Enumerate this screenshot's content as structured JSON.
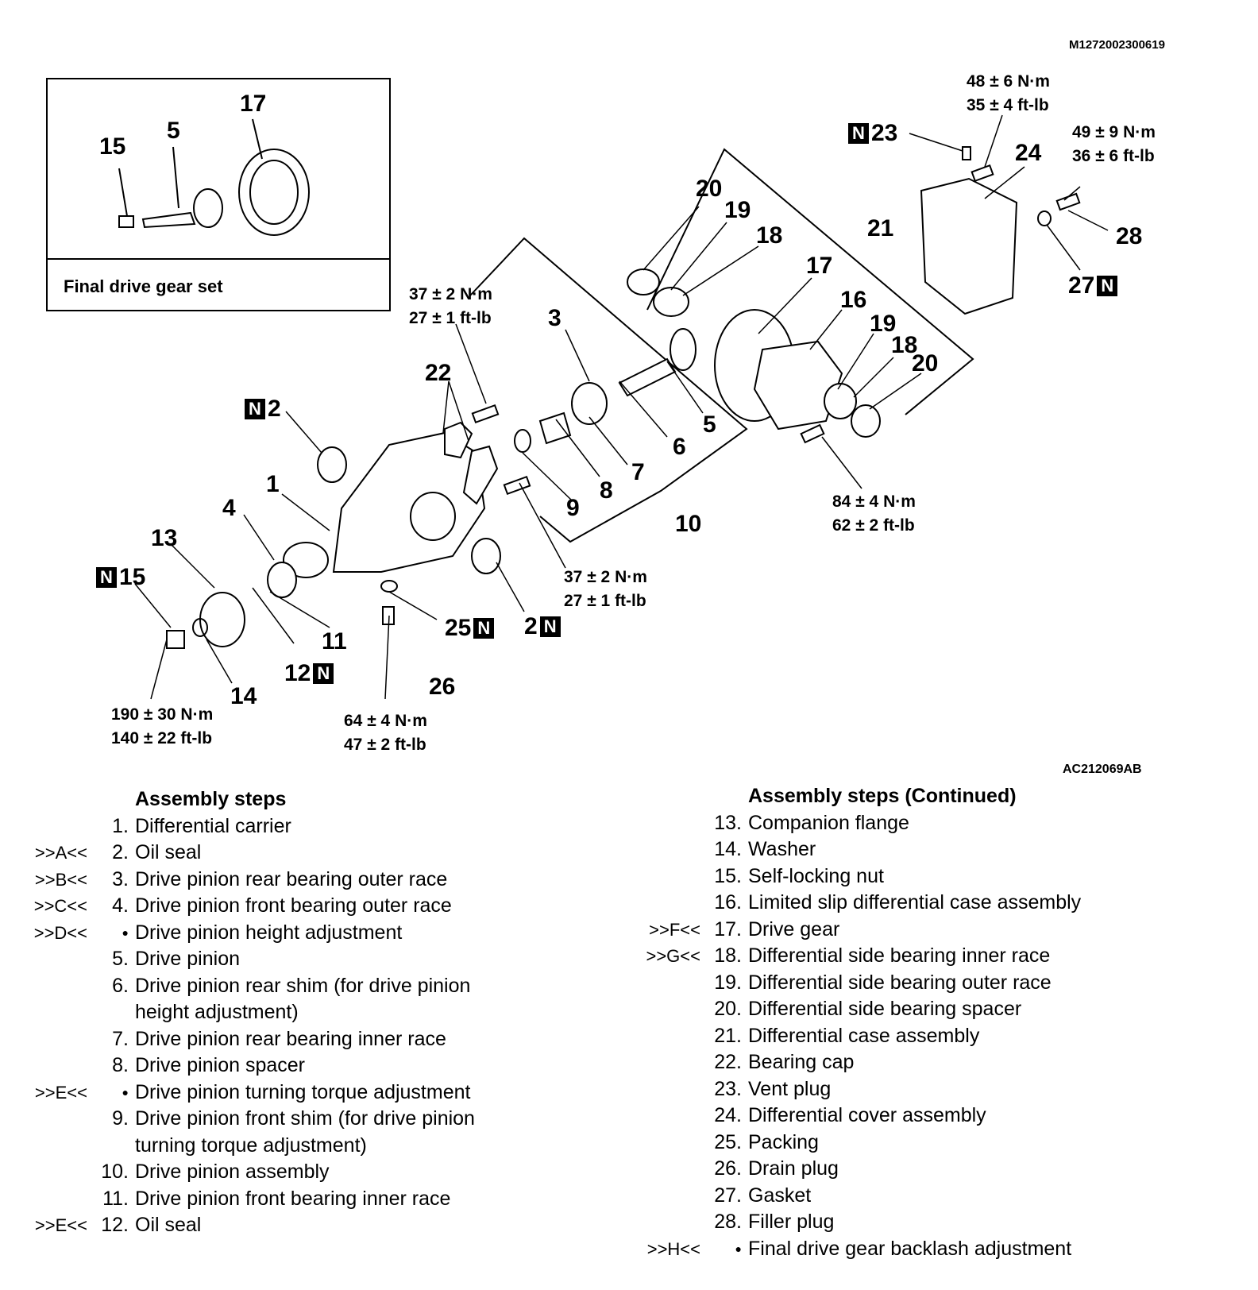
{
  "document_id": "M1272002300619",
  "figure_id": "AC212069AB",
  "inset": {
    "caption": "Final drive gear set",
    "callouts": [
      "15",
      "5",
      "17"
    ]
  },
  "callouts": {
    "c1": "1",
    "c2a": "2",
    "c2b": "2",
    "c3": "3",
    "c4": "4",
    "c5": "5",
    "c6": "6",
    "c7": "7",
    "c8": "8",
    "c9": "9",
    "c10": "10",
    "c11": "11",
    "c12": "12",
    "c13": "13",
    "c14": "14",
    "c15": "15",
    "c16": "16",
    "c17": "17",
    "c18a": "18",
    "c18b": "18",
    "c19a": "19",
    "c19b": "19",
    "c20a": "20",
    "c20b": "20",
    "c21": "21",
    "c22": "22",
    "c23": "23",
    "c24": "24",
    "c25": "25",
    "c26": "26",
    "c27": "27",
    "c28": "28",
    "n_mark": "N"
  },
  "torques": {
    "t_vent_nm": "48 ± 6 N·m",
    "t_vent_ft": "35 ± 4 ft-lb",
    "t_cover_nm": "49 ± 9 N·m",
    "t_cover_ft": "36 ± 6 ft-lb",
    "t_cap_top_nm": "37 ± 2 N·m",
    "t_cap_top_ft": "27 ± 1 ft-lb",
    "t_cap_bot_nm": "37 ± 2 N·m",
    "t_cap_bot_ft": "27 ± 1 ft-lb",
    "t_gear_nm": "84 ± 4 N·m",
    "t_gear_ft": "62 ± 2 ft-lb",
    "t_nut_nm": "190 ± 30 N·m",
    "t_nut_ft": "140 ± 22 ft-lb",
    "t_drain_nm": "64 ± 4 N·m",
    "t_drain_ft": "47 ± 2 ft-lb"
  },
  "steps_left": {
    "title": "Assembly steps",
    "items": [
      {
        "ref": "",
        "num": "1.",
        "text": "Differential carrier"
      },
      {
        "ref": ">>A<<",
        "num": "2.",
        "text": "Oil seal"
      },
      {
        "ref": ">>B<<",
        "num": "3.",
        "text": "Drive pinion rear bearing outer race"
      },
      {
        "ref": ">>C<<",
        "num": "4.",
        "text": "Drive pinion front bearing outer race"
      },
      {
        "ref": ">>D<<",
        "num": "●",
        "text": "Drive pinion height adjustment"
      },
      {
        "ref": "",
        "num": "5.",
        "text": "Drive pinion"
      },
      {
        "ref": "",
        "num": "6.",
        "text": "Drive pinion rear shim (for drive pinion height adjustment)"
      },
      {
        "ref": "",
        "num": "7.",
        "text": "Drive pinion rear bearing inner race"
      },
      {
        "ref": "",
        "num": "8.",
        "text": "Drive pinion spacer"
      },
      {
        "ref": ">>E<<",
        "num": "●",
        "text": "Drive pinion turning torque adjustment"
      },
      {
        "ref": "",
        "num": "9.",
        "text": "Drive pinion front shim (for  drive pinion turning torque adjustment)"
      },
      {
        "ref": "",
        "num": "10.",
        "text": "Drive pinion assembly"
      },
      {
        "ref": "",
        "num": "11.",
        "text": "Drive pinion front bearing inner race"
      },
      {
        "ref": ">>E<<",
        "num": "12.",
        "text": "Oil seal"
      }
    ]
  },
  "steps_right": {
    "title": "Assembly steps (Continued)",
    "items": [
      {
        "ref": "",
        "num": "13.",
        "text": "Companion flange"
      },
      {
        "ref": "",
        "num": "14.",
        "text": "Washer"
      },
      {
        "ref": "",
        "num": "15.",
        "text": "Self-locking nut"
      },
      {
        "ref": "",
        "num": "16.",
        "text": "Limited slip differential case assembly"
      },
      {
        "ref": ">>F<<",
        "num": "17.",
        "text": "Drive gear"
      },
      {
        "ref": ">>G<<",
        "num": "18.",
        "text": "Differential side bearing inner race"
      },
      {
        "ref": "",
        "num": "19.",
        "text": "Differential side bearing outer race"
      },
      {
        "ref": "",
        "num": "20.",
        "text": "Differential side bearing spacer"
      },
      {
        "ref": "",
        "num": "21.",
        "text": "Differential case assembly"
      },
      {
        "ref": "",
        "num": "22.",
        "text": "Bearing cap"
      },
      {
        "ref": "",
        "num": "23.",
        "text": "Vent plug"
      },
      {
        "ref": "",
        "num": "24.",
        "text": "Differential cover assembly"
      },
      {
        "ref": "",
        "num": "25.",
        "text": "Packing"
      },
      {
        "ref": "",
        "num": "26.",
        "text": "Drain plug"
      },
      {
        "ref": "",
        "num": "27.",
        "text": "Gasket"
      },
      {
        "ref": "",
        "num": "28.",
        "text": "Filler plug"
      },
      {
        "ref": ">>H<<",
        "num": "●",
        "text": "Final drive gear backlash adjustment"
      }
    ]
  }
}
